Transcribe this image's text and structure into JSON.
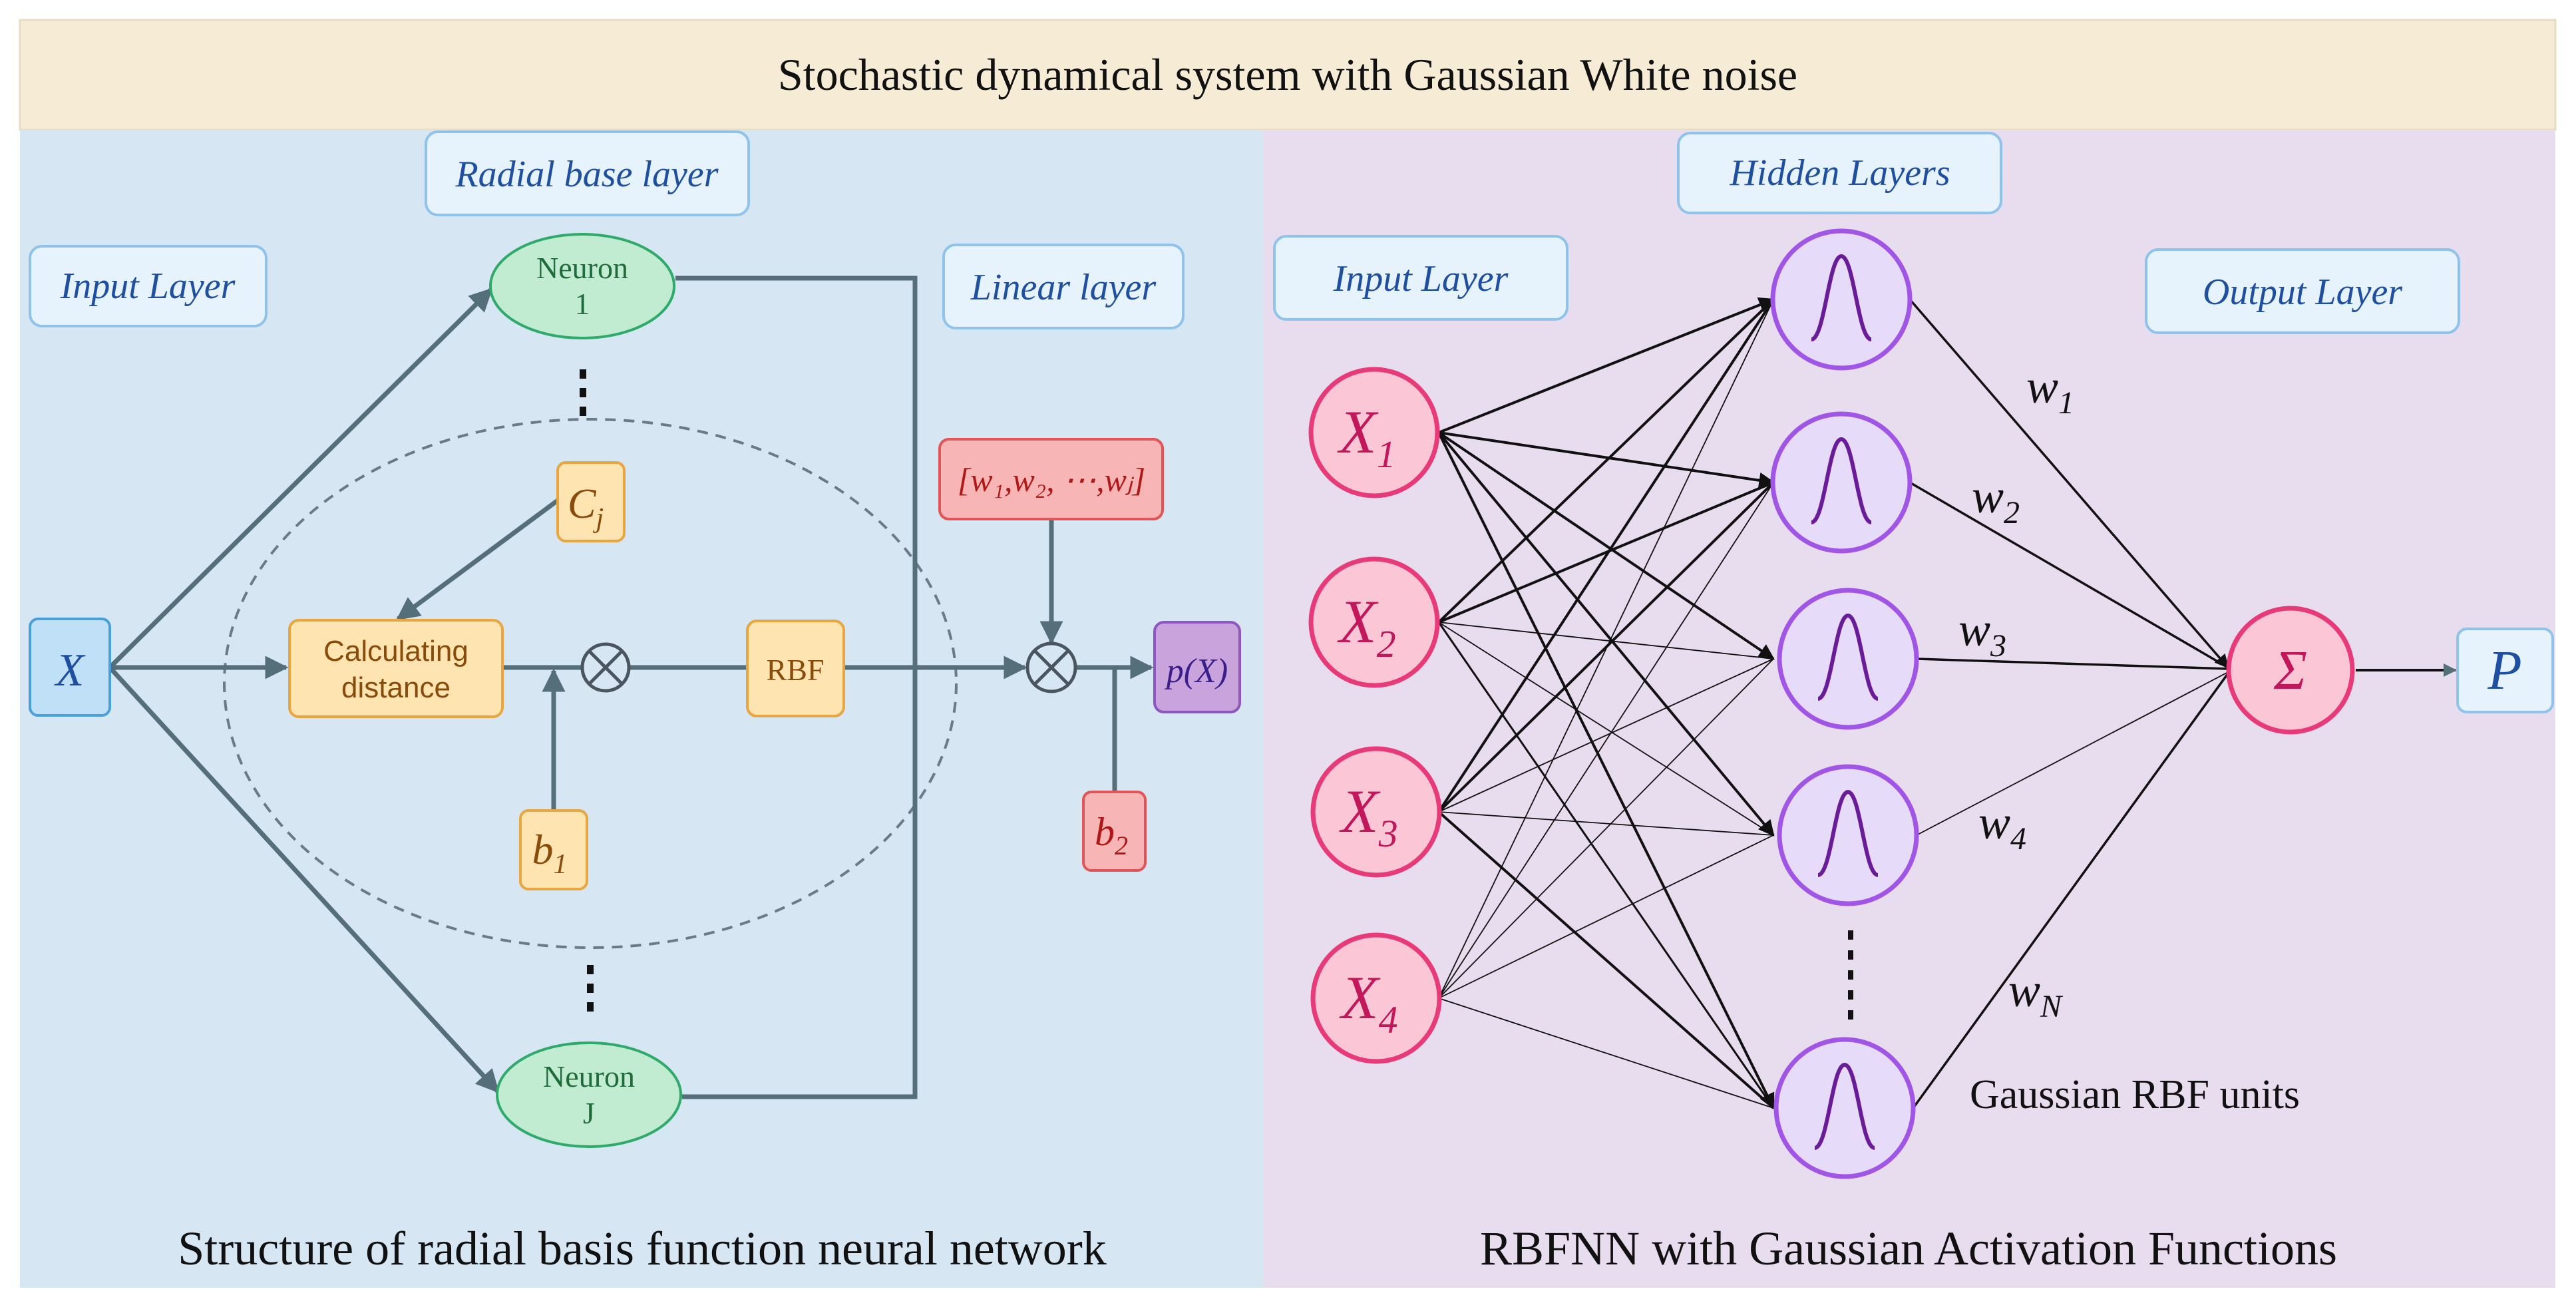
{
  "header": {
    "title": "Stochastic dynamical system with Gaussian White noise"
  },
  "colors": {
    "header_bg": "#f6ecd6",
    "left_panel_bg": "#d6e6f3",
    "right_panel_bg": "#e8dcef",
    "label_box_fill": "#e6f3fd",
    "label_box_stroke": "#8fc3ec",
    "label_text": "#1f4fa0",
    "neuron_fill": "#c2ecd2",
    "neuron_stroke": "#2eaa6a",
    "orange_fill": "#fde4b0",
    "orange_stroke": "#e9a640",
    "red_fill": "#f8b5b5",
    "red_stroke": "#e05555",
    "input_node_fill": "#fbc6d6",
    "input_node_stroke": "#e83a78",
    "hidden_node_fill": "#e6dcfa",
    "hidden_node_stroke": "#a155e6"
  },
  "left_panel": {
    "labels": {
      "input_layer": "Input Layer",
      "radial_base_layer": "Radial base layer",
      "linear_layer": "Linear layer"
    },
    "input_symbol": "X",
    "neuron_top": {
      "line1": "Neuron",
      "line2": "1"
    },
    "neuron_bottom": {
      "line1": "Neuron",
      "line2": "J"
    },
    "center_label": "C",
    "center_subscript": "j",
    "distance_box": {
      "line1": "Calculating",
      "line2": "distance"
    },
    "bias1": {
      "main": "b",
      "sub": "1"
    },
    "rbf_label": "RBF",
    "weights_vector": "[w₁,w₂, ⋯,wⱼ]",
    "bias2": {
      "main": "b",
      "sub": "2"
    },
    "output": "p(X)",
    "caption": "Structure of radial basis function neural network"
  },
  "right_panel": {
    "labels": {
      "hidden_layers": "Hidden Layers",
      "input_layer": "Input Layer",
      "output_layer": "Output Layer"
    },
    "inputs": [
      {
        "main": "X",
        "sub": "1"
      },
      {
        "main": "X",
        "sub": "2"
      },
      {
        "main": "X",
        "sub": "3"
      },
      {
        "main": "X",
        "sub": "4"
      }
    ],
    "weights": [
      {
        "main": "w",
        "sub": "1"
      },
      {
        "main": "w",
        "sub": "2"
      },
      {
        "main": "w",
        "sub": "3"
      },
      {
        "main": "w",
        "sub": "4"
      },
      {
        "main": "w",
        "sub": "N"
      }
    ],
    "sum_symbol": "Σ",
    "output_symbol": "P",
    "units_label": "Gaussian RBF units",
    "caption": "RBFNN with Gaussian Activation Functions"
  }
}
